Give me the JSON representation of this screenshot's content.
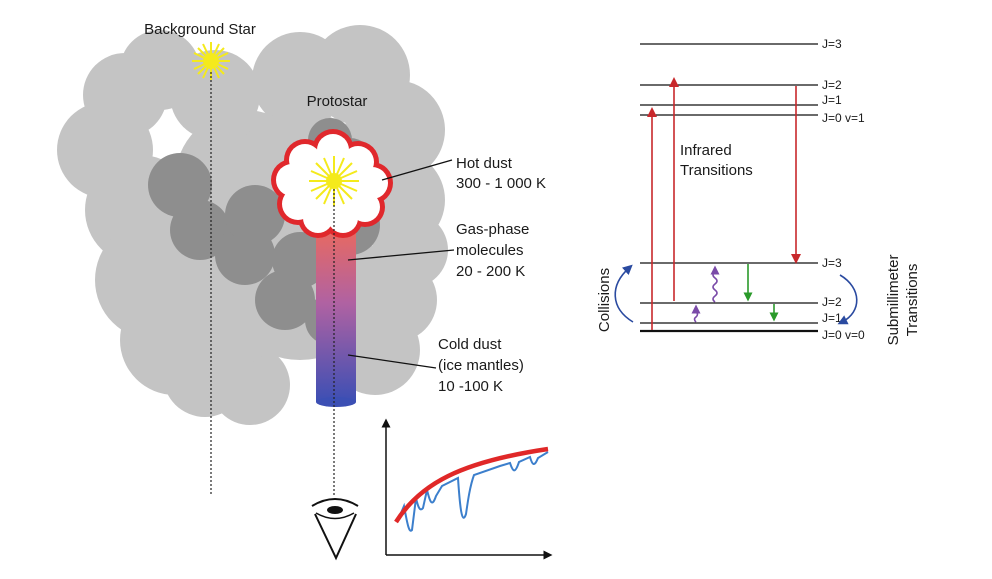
{
  "left_panel": {
    "background_star_label": "Background Star",
    "protostar_label": "Protostar",
    "hot_dust": {
      "line1": "Hot dust",
      "line2": "300 - 1 000 K"
    },
    "gas_phase": {
      "line1": "Gas-phase",
      "line2": "molecules",
      "line3": "20 - 200 K"
    },
    "cold_dust": {
      "line1": "Cold dust",
      "line2": "(ice mantles)",
      "line3": "10 -100 K"
    }
  },
  "colors": {
    "cloud_light": "#c4c4c4",
    "cloud_dark": "#8e8e8e",
    "star_yellow": "#f4ea1c",
    "hot_dust_red": "#e0282c",
    "column_top": "#ee6a5a",
    "column_bottom": "#3c4fb4",
    "spectrum_continuum": "#e02828",
    "spectrum_absorption": "#3c7fcc",
    "infrared_arrow": "#c8282c",
    "submm_emission_arrow": "#2a9a2a",
    "collision_arrow": "#2a4aa0",
    "wavy_arrow": "#7a4aa8"
  },
  "energy_diagram": {
    "upper_levels": {
      "j3": "J=3",
      "j2": "J=2",
      "j1": "J=1",
      "j0": "J=0 v=1"
    },
    "lower_levels": {
      "j3": "J=3",
      "j2": "J=2",
      "j1": "J=1",
      "j0": "J=0 v=0"
    },
    "infrared": {
      "line1": "Infrared",
      "line2": "Transitions"
    },
    "collisions_label": "Collisions",
    "submm": {
      "line1": "Submillimeter",
      "line2": "Transitions"
    }
  }
}
